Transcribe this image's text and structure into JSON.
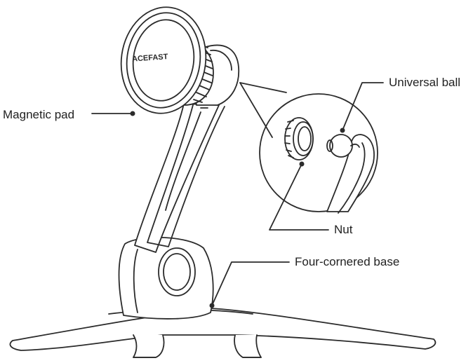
{
  "labels": {
    "magnetic_pad": "Magnetic pad",
    "universal_ball": "Universal ball",
    "nut": "Nut",
    "base": "Four-cornered base"
  },
  "logo_text": "ACEFAST",
  "colors": {
    "line": "#2b2b2b",
    "background": "#ffffff"
  }
}
